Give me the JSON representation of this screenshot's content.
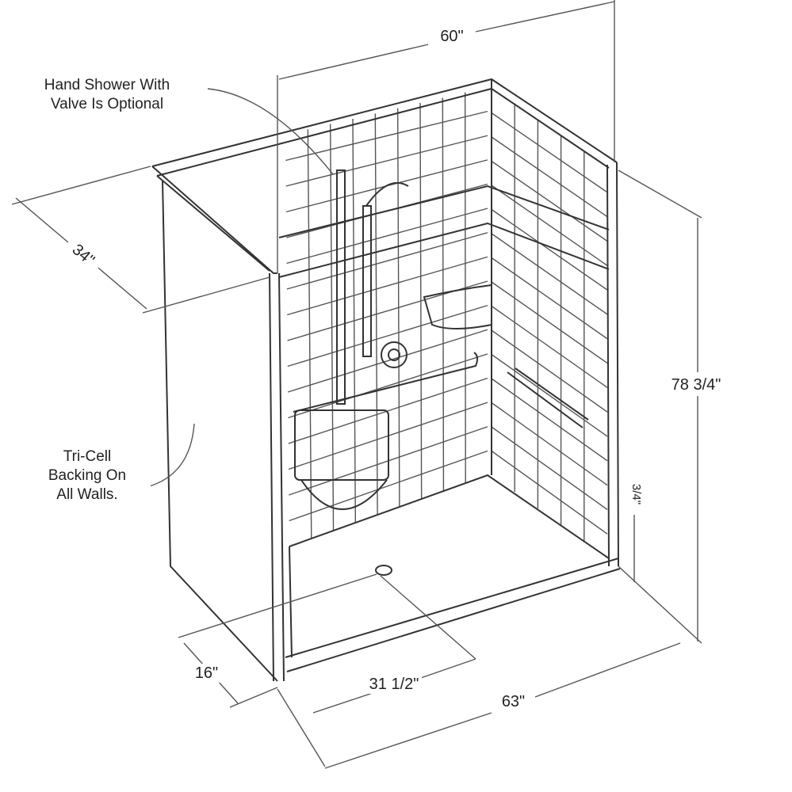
{
  "title": "Shower unit dimension drawing",
  "labels": {
    "hand_shower_line1": "Hand Shower With",
    "hand_shower_line2": "Valve Is Optional",
    "tricell_line1": "Tri-Cell",
    "tricell_line2": "Backing On",
    "tricell_line3": "All Walls."
  },
  "dimensions": {
    "width_top": "60\"",
    "depth": "34\"",
    "height": "78 3/4\"",
    "threshold": "3/4\"",
    "front_depth": "16\"",
    "drain_offset": "31 1/2\"",
    "width_bottom": "63\""
  }
}
